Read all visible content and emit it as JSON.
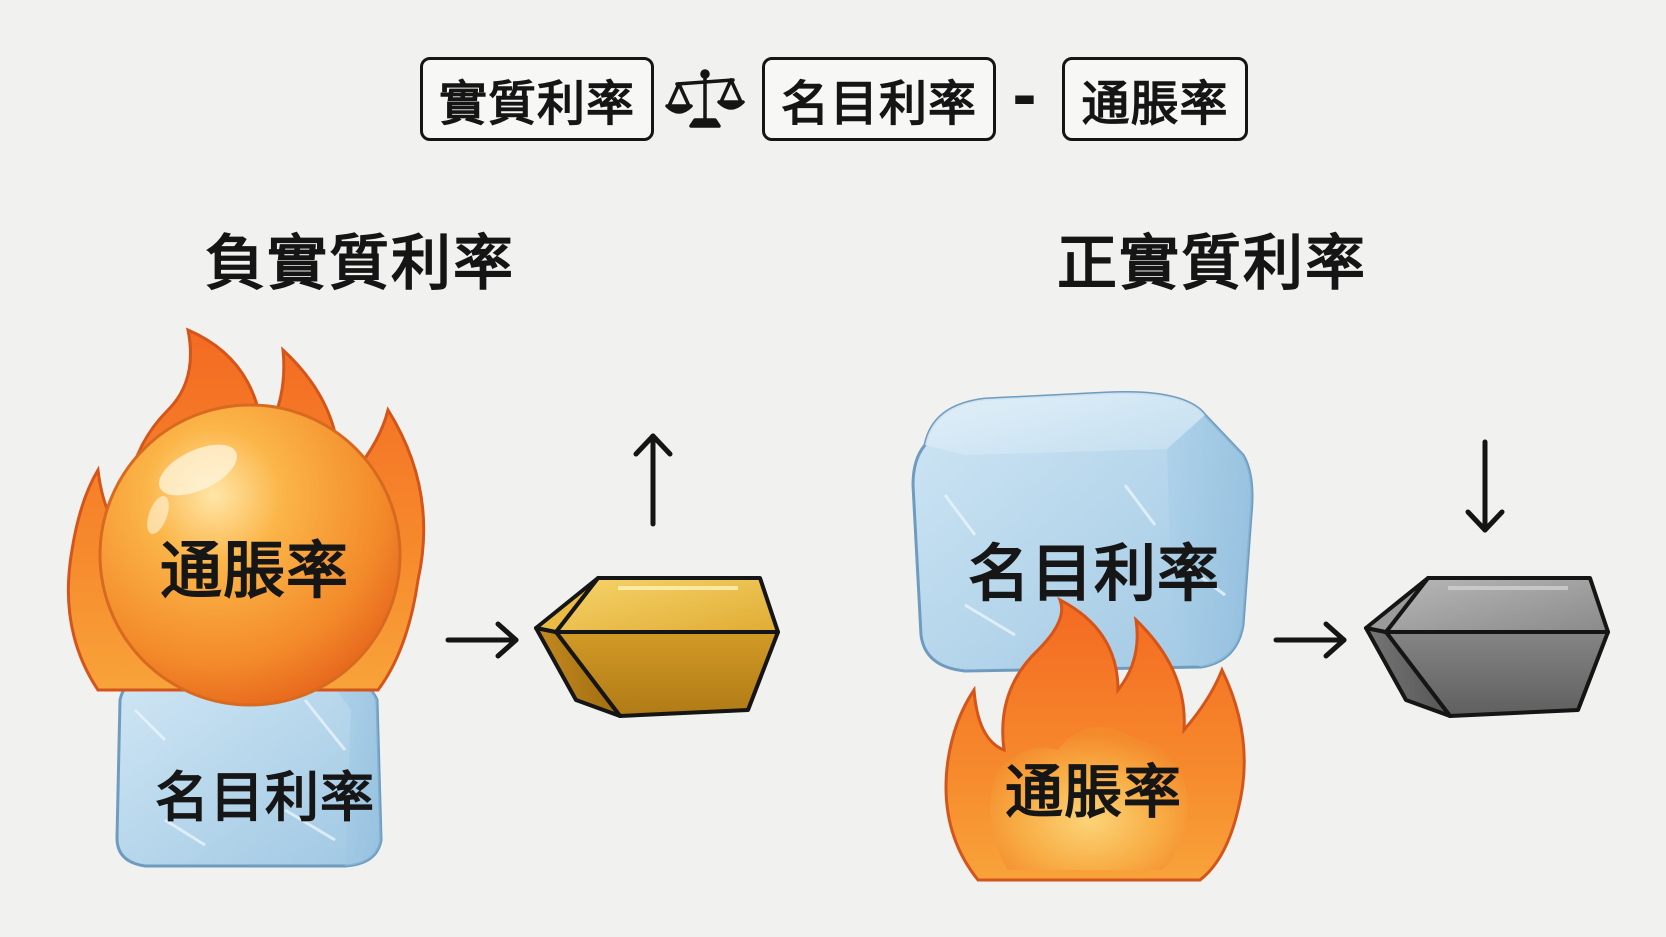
{
  "formula": {
    "real_rate": "實質利率",
    "nominal_rate": "名目利率",
    "minus": "-",
    "inflation": "通脹率"
  },
  "negative_panel": {
    "title": "負實質利率",
    "inflation_label": "通脹率",
    "nominal_label": "名目利率"
  },
  "positive_panel": {
    "title": "正實質利率",
    "nominal_label": "名目利率",
    "inflation_label": "通脹率"
  },
  "colors": {
    "fire_outer": "#f26a1f",
    "fire_inner": "#f7a83a",
    "ice": "#b9d9ee",
    "gold": "#d9a82e",
    "silver": "#7a7a7a"
  },
  "icons": {
    "balance": "scales-icon",
    "arrow_right": "arrow-right-icon",
    "arrow_up": "arrow-up-icon",
    "arrow_down": "arrow-down-icon"
  }
}
